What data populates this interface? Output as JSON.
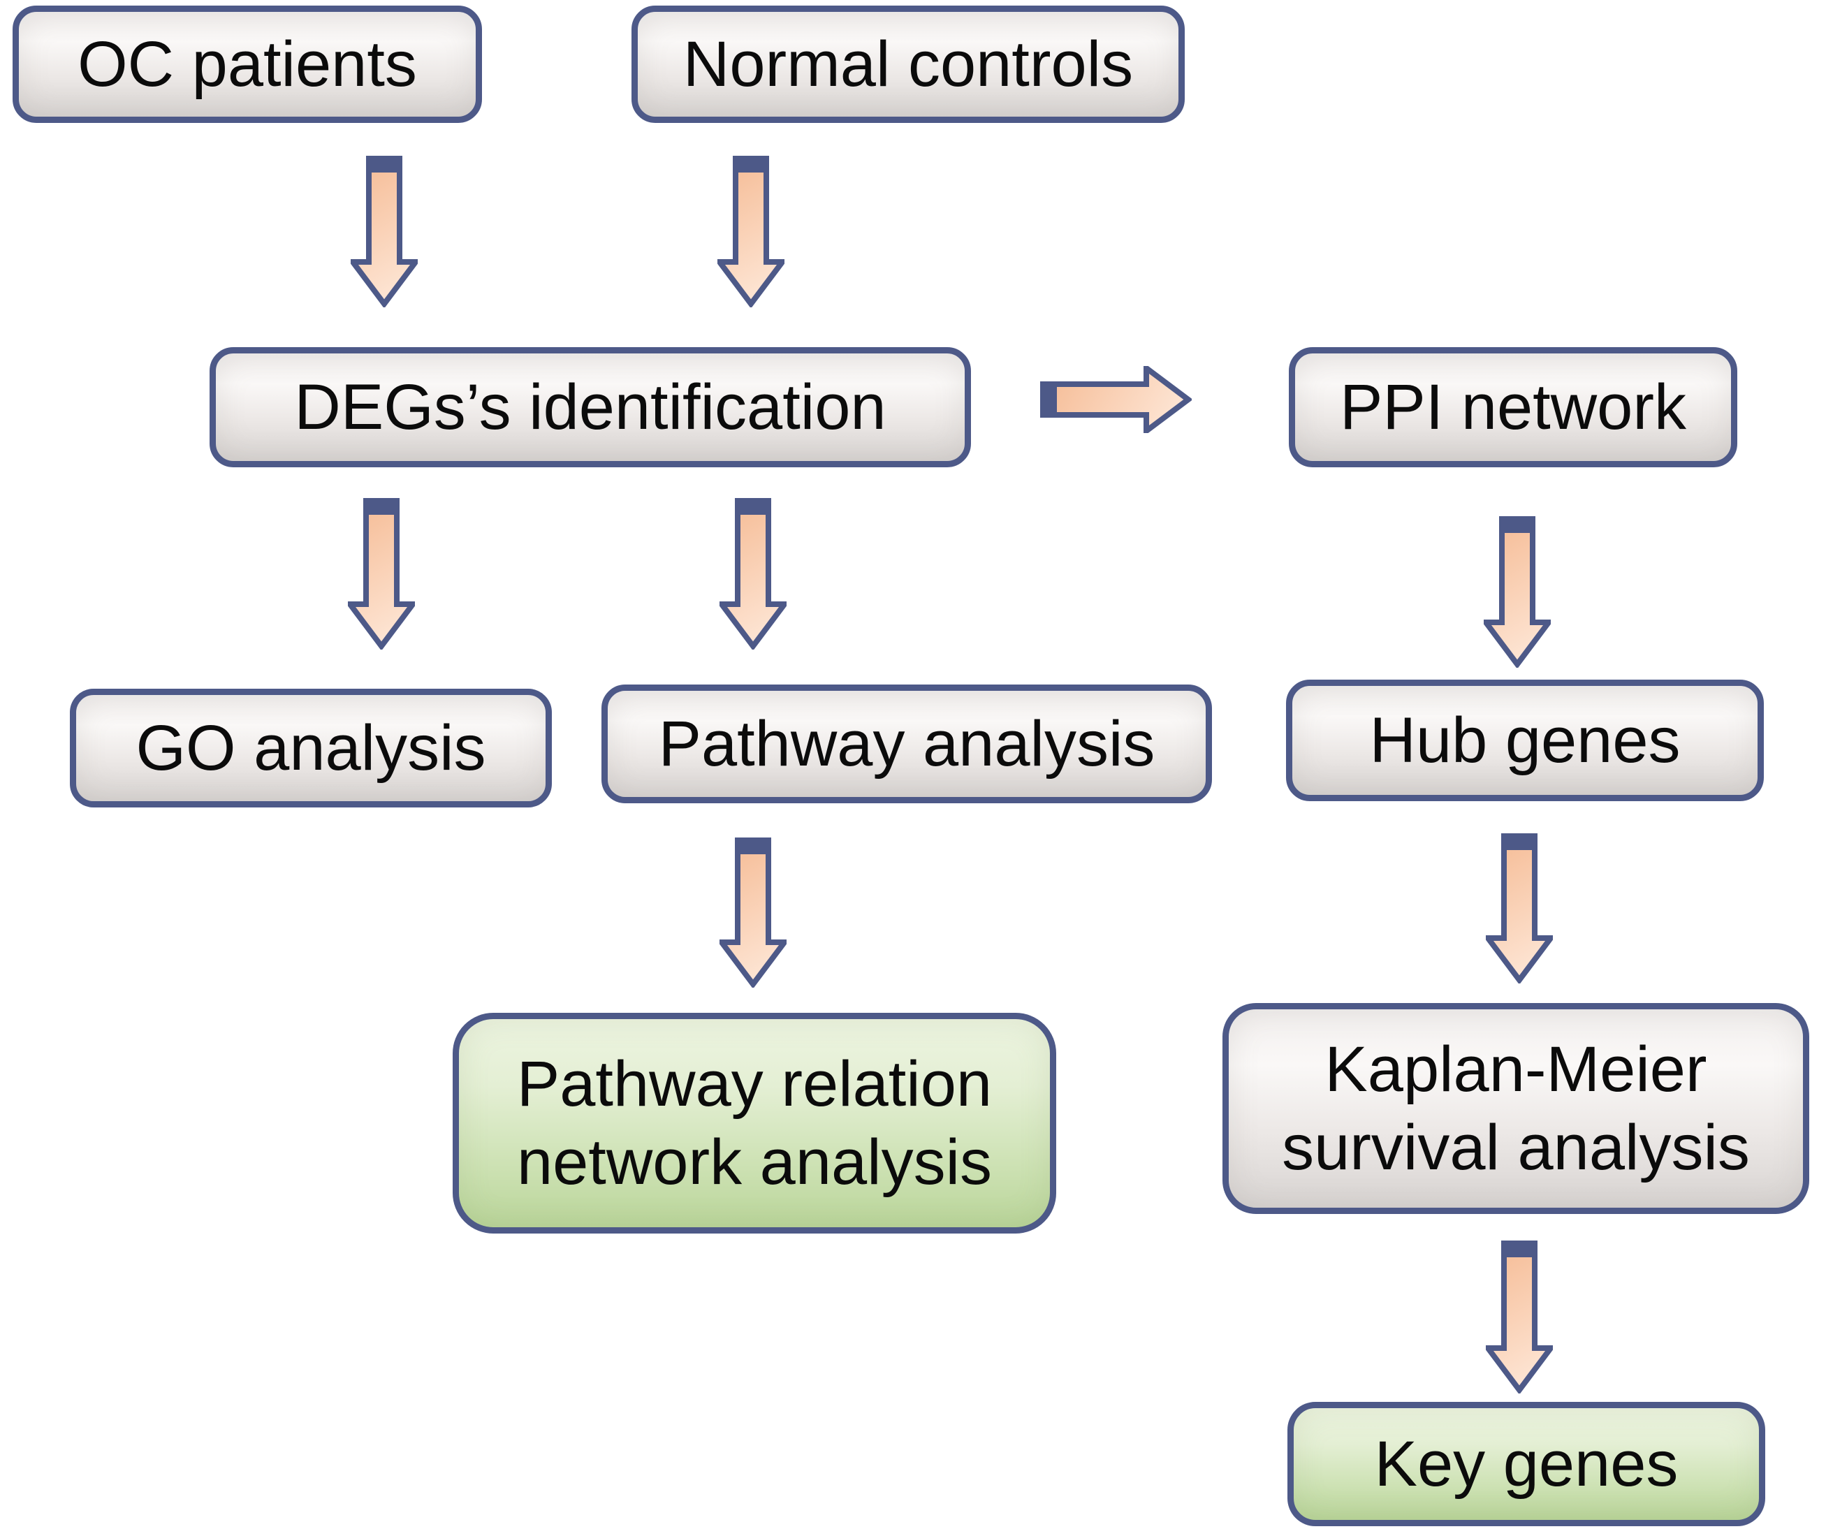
{
  "diagram": {
    "background_color": "#ffffff",
    "colors": {
      "box_border": "#4d5988",
      "grey_box_top": "#f2efee",
      "grey_box_bottom": "#d8d4d2",
      "green_box_top": "#edf4e1",
      "green_box_bottom": "#bad59a",
      "arrow_outline": "#4d5988",
      "arrow_fill_start": "#f5ba93",
      "arrow_fill_end": "#fde3d1",
      "text": "#0b0b0b"
    },
    "nodes": [
      {
        "id": "oc-patients",
        "label": "OC patients",
        "variant": "grey"
      },
      {
        "id": "normal-controls",
        "label": "Normal controls",
        "variant": "grey"
      },
      {
        "id": "degs-identification",
        "label": "DEGs’s identification",
        "variant": "grey"
      },
      {
        "id": "ppi-network",
        "label": "PPI network",
        "variant": "grey"
      },
      {
        "id": "go-analysis",
        "label": "GO analysis",
        "variant": "grey"
      },
      {
        "id": "pathway-analysis",
        "label": "Pathway analysis",
        "variant": "grey"
      },
      {
        "id": "hub-genes",
        "label": "Hub genes",
        "variant": "grey"
      },
      {
        "id": "pathway-relation-network-analysis",
        "label": "Pathway relation network analysis",
        "lines": [
          "Pathway relation",
          "network analysis"
        ],
        "variant": "green"
      },
      {
        "id": "kaplan-meier-survival-analysis",
        "label": "Kaplan-Meier survival analysis",
        "lines": [
          "Kaplan-Meier",
          "survival analysis"
        ],
        "variant": "grey"
      },
      {
        "id": "key-genes",
        "label": "Key genes",
        "variant": "green"
      }
    ],
    "edges": [
      {
        "from": "oc-patients",
        "to": "degs-identification",
        "direction": "down"
      },
      {
        "from": "normal-controls",
        "to": "degs-identification",
        "direction": "down"
      },
      {
        "from": "degs-identification",
        "to": "ppi-network",
        "direction": "right"
      },
      {
        "from": "degs-identification",
        "to": "go-analysis",
        "direction": "down"
      },
      {
        "from": "degs-identification",
        "to": "pathway-analysis",
        "direction": "down"
      },
      {
        "from": "ppi-network",
        "to": "hub-genes",
        "direction": "down"
      },
      {
        "from": "pathway-analysis",
        "to": "pathway-relation-network-analysis",
        "direction": "down"
      },
      {
        "from": "hub-genes",
        "to": "kaplan-meier-survival-analysis",
        "direction": "down"
      },
      {
        "from": "kaplan-meier-survival-analysis",
        "to": "key-genes",
        "direction": "down"
      }
    ]
  }
}
